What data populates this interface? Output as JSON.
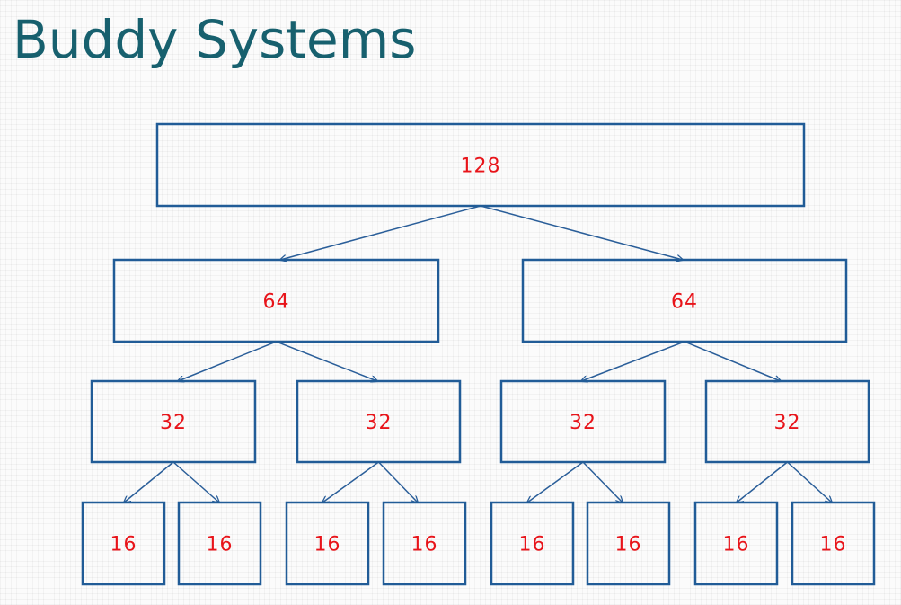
{
  "title": "Buddy Systems",
  "colors": {
    "title": "#17606e",
    "box_border": "#215c97",
    "arrow": "#2a5e99",
    "label": "#e8141a",
    "background": "#fbfbfb"
  },
  "tree": {
    "root": "128",
    "level1": [
      "64",
      "64"
    ],
    "level2": [
      "32",
      "32",
      "32",
      "32"
    ],
    "level3": [
      "16",
      "16",
      "16",
      "16",
      "16",
      "16",
      "16",
      "16"
    ]
  }
}
